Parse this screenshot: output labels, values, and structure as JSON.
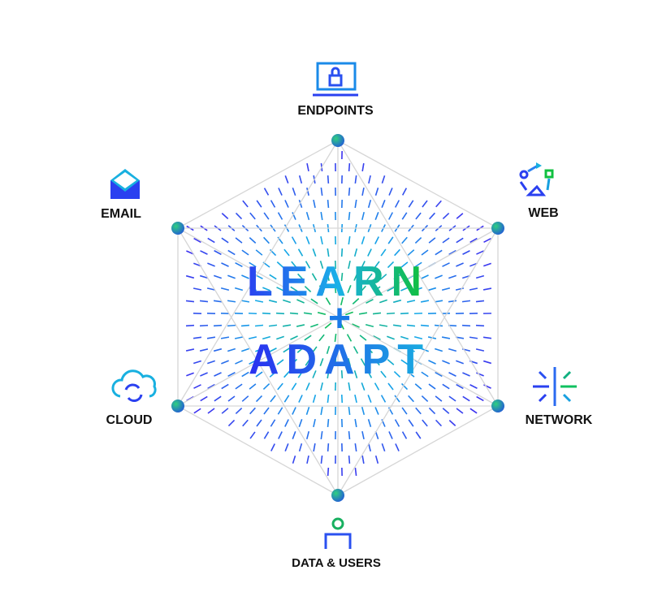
{
  "center": {
    "line1": "LEARN",
    "plus": "+",
    "line2": "ADAPT"
  },
  "nodes": [
    {
      "id": "endpoints",
      "label": "ENDPOINTS",
      "icon": "laptop-lock-icon"
    },
    {
      "id": "web",
      "label": "WEB",
      "icon": "web-cycle-icon"
    },
    {
      "id": "network",
      "label": "NETWORK",
      "icon": "network-burst-icon"
    },
    {
      "id": "data-users",
      "label": "DATA & USERS",
      "icon": "user-icon"
    },
    {
      "id": "cloud",
      "label": "CLOUD",
      "icon": "cloud-sync-icon"
    },
    {
      "id": "email",
      "label": "EMAIL",
      "icon": "envelope-icon"
    }
  ],
  "colors": {
    "blue": "#2a3cf0",
    "cyan": "#14a8e8",
    "green": "#10c040",
    "line": "#d6d6d6"
  }
}
